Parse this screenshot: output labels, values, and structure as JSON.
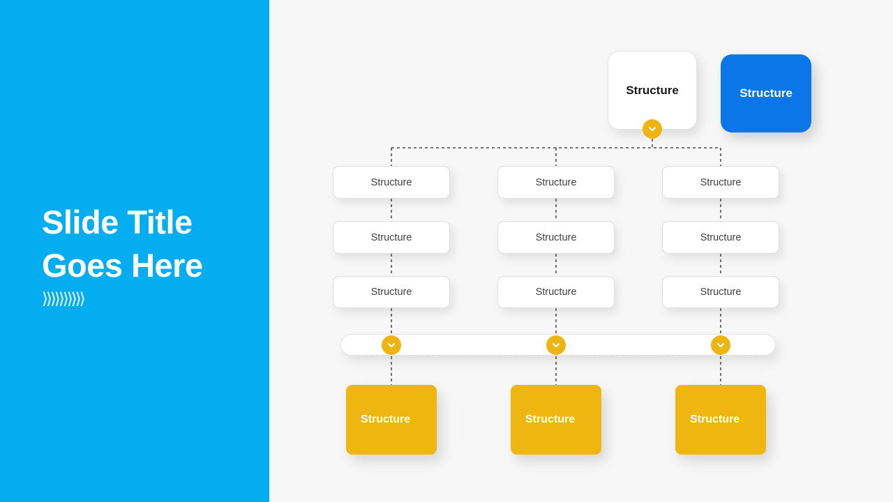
{
  "slide": {
    "background_color": "#f7f7f7",
    "sidebar": {
      "background_color": "#03adef",
      "title_line_1": "Slide Title",
      "title_line_2": "Goes Here",
      "decoration": "⟩⟩⟩⟩⟩⟩⟩⟩⟩⟩"
    }
  },
  "diagram": {
    "top_row": [
      {
        "label": "Structure",
        "style": "white",
        "color": "#ffffff",
        "text_color": "#1a1a1a",
        "has_badge": true
      },
      {
        "label": "Structure",
        "style": "blue",
        "color": "#0b76e8",
        "text_color": "#ffffff",
        "has_badge": false
      }
    ],
    "columns": [
      {
        "name": "column-1",
        "nodes": [
          {
            "label": "Structure"
          },
          {
            "label": "Structure"
          },
          {
            "label": "Structure"
          }
        ],
        "outcome": {
          "label": "Structure",
          "color": "#efb511",
          "text_color": "#ffffff"
        }
      },
      {
        "name": "column-2",
        "nodes": [
          {
            "label": "Structure"
          },
          {
            "label": "Structure"
          },
          {
            "label": "Structure"
          }
        ],
        "outcome": {
          "label": "Structure",
          "color": "#efb511",
          "text_color": "#ffffff"
        }
      },
      {
        "name": "column-3",
        "nodes": [
          {
            "label": "Structure"
          },
          {
            "label": "Structure"
          },
          {
            "label": "Structure"
          }
        ],
        "outcome": {
          "label": "Structure",
          "color": "#efb511",
          "text_color": "#ffffff"
        }
      }
    ],
    "pill_bar": {
      "color": "#ffffff",
      "badge_count": 3
    },
    "badge_icon": "chevron-down-icon",
    "badge_color": "#eeb512",
    "connector_style": "dashed"
  }
}
